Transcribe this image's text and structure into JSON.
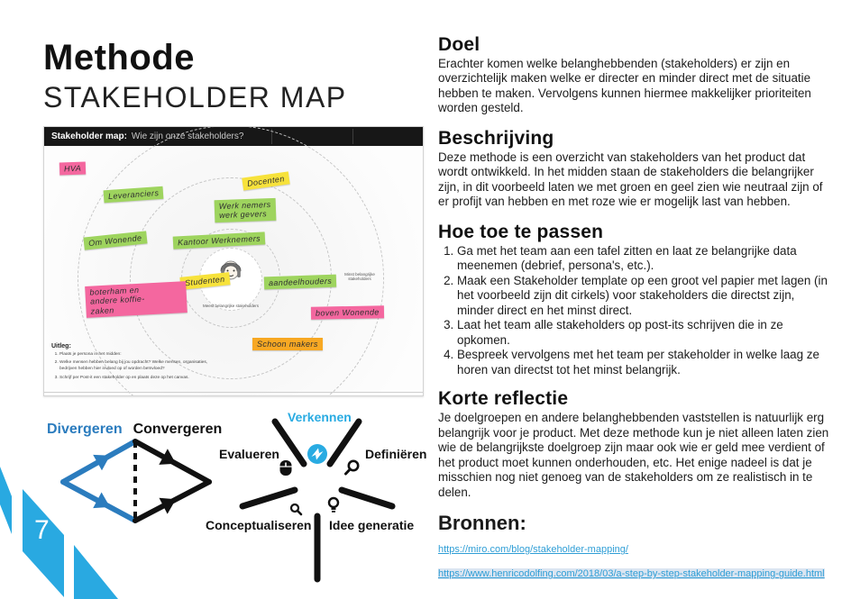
{
  "title": {
    "line1": "Methode",
    "line2": "STAKEHOLDER MAP"
  },
  "map_figure": {
    "header_title": "Stakeholder map:",
    "header_question": "Wie zijn onze stakeholders?",
    "center_label": "Meest belangrijke stakeholders",
    "outer_label": "Minst belangrijke stakeholders",
    "uitleg": {
      "title": "Uitleg:",
      "items": [
        "Plaats je persona in het midden:",
        "Welke mensen hebben belang bij jou opdracht? Welke mensen, organisaties, bedrijven hebben hier invloed op of worden beïnvloed?",
        "Schrijf per Post-it een stakeholder op en plaats deze op het canvas."
      ]
    },
    "sticky_colors": {
      "pink": "#f4679f",
      "green": "#9ed45e",
      "yellow": "#f7e23b",
      "orange": "#f7a823"
    },
    "stickies": [
      {
        "text": "HVA",
        "color": "pink"
      },
      {
        "text": "Leveranciers",
        "color": "green"
      },
      {
        "text": "Om Wonende",
        "color": "green"
      },
      {
        "text": "Docenten",
        "color": "yellow"
      },
      {
        "text": "Werk nemers\nwerk gevers",
        "color": "green"
      },
      {
        "text": "Kantoor Werknemers",
        "color": "green"
      },
      {
        "text": "Studenten",
        "color": "yellow"
      },
      {
        "text": "aandeelhouders",
        "color": "green"
      },
      {
        "text": "boterham en\nandere koffie-\nzaken",
        "color": "pink"
      },
      {
        "text": "boven Wonende",
        "color": "pink"
      },
      {
        "text": "Schoon makers",
        "color": "orange"
      }
    ]
  },
  "diamond": {
    "divergeren": "Divergeren",
    "convergeren": "Convergeren",
    "blue": "#2b7cbe"
  },
  "process_fan": {
    "active_color": "#29abe2",
    "phases": [
      {
        "label": "Verkennen",
        "active": true
      },
      {
        "label": "Evalueren",
        "active": false
      },
      {
        "label": "Definiëren",
        "active": false
      },
      {
        "label": "Conceptualiseren",
        "active": false
      },
      {
        "label": "Idee generatie",
        "active": false
      }
    ]
  },
  "sections": {
    "doel": {
      "title": "Doel",
      "body": "Erachter komen welke belanghebbenden (stakeholders) er zijn en overzichtelijk maken welke er directer en minder direct met de situatie hebben te maken. Vervolgens kunnen hiermee makkelijker prioriteiten worden gesteld."
    },
    "beschrijving": {
      "title": "Beschrijving",
      "body": "Deze methode is een overzicht van stakeholders van het product dat wordt ontwikkeld. In het midden staan de stakeholders die belangrijker zijn, in dit voorbeeld laten we met groen en geel zien wie neutraal zijn of er profijt van hebben en met roze wie er mogelijk last van hebben."
    },
    "hoe": {
      "title": "Hoe toe te passen",
      "steps": [
        "Ga met het team aan een tafel zitten en laat ze belangrijke data meenemen (debrief, persona's, etc.).",
        "Maak een Stakeholder template op een groot vel papier met lagen (in het voorbeeld zijn dit cirkels) voor stakeholders die directst zijn, minder direct en het minst direct.",
        "Laat het team alle stakeholders op post-its schrijven die in ze opkomen.",
        "Bespreek vervolgens met het team per stakeholder in welke laag ze horen van directst tot het minst belangrijk."
      ]
    },
    "reflectie": {
      "title": "Korte reflectie",
      "body": "Je doelgroepen en andere belanghebbenden vaststellen is natuurlijk erg belangrijk voor je product. Met deze methode kun je niet alleen laten zien wie de belangrijkste doelgroep zijn maar ook wie er geld mee verdient of het product moet kunnen onderhouden, etc. Het enige nadeel is dat je misschien nog niet genoeg van de stakeholders om ze realistisch in te delen."
    },
    "bronnen": {
      "title": "Bronnen:",
      "links": [
        "https://miro.com/blog/stakeholder-mapping/",
        "https://www.henricodolfing.com/2018/03/a-step-by-step-stakeholder-mapping-guide.html"
      ]
    }
  },
  "page": {
    "number": "7",
    "corner_blue": "#29a9e1"
  }
}
